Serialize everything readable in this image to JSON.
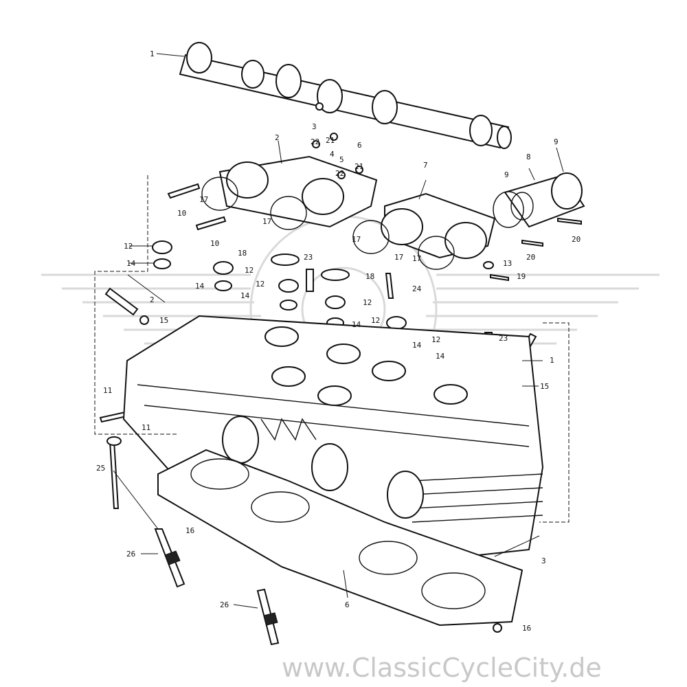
{
  "watermark_text": "www.ClassicCycleCity.de",
  "callouts": [
    "1",
    "2",
    "3",
    "4",
    "5",
    "6",
    "7",
    "8",
    "9",
    "9",
    "10",
    "10",
    "11",
    "11",
    "12",
    "12",
    "12",
    "12",
    "12",
    "12",
    "13",
    "14",
    "14",
    "14",
    "14",
    "14",
    "14",
    "15",
    "15",
    "16",
    "16",
    "17",
    "17",
    "17",
    "17",
    "17",
    "18",
    "18",
    "19",
    "20",
    "20",
    "21",
    "21",
    "22",
    "22",
    "23",
    "23",
    "24",
    "25",
    "26",
    "26"
  ]
}
